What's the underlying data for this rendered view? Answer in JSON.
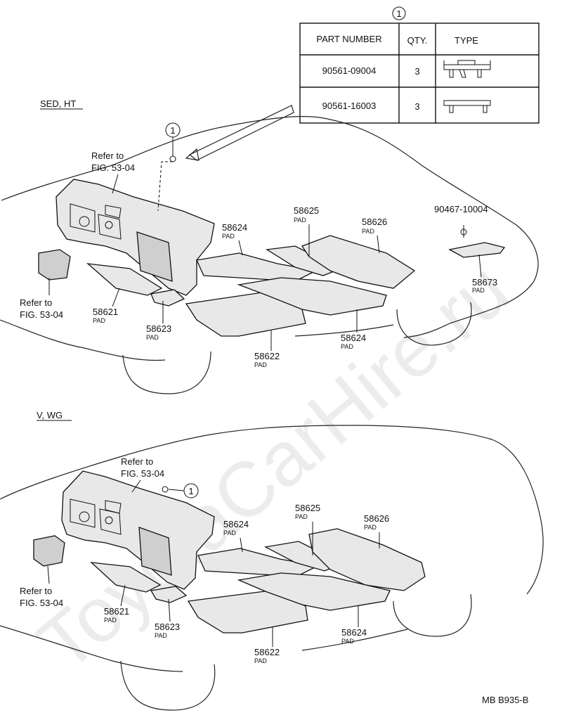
{
  "watermark": "ToyotaCarHire.ru",
  "table": {
    "callout": "1",
    "headers": {
      "part_number": "PART NUMBER",
      "qty": "QTY.",
      "type": "TYPE"
    },
    "rows": [
      {
        "part_number": "90561-09004",
        "qty": "3"
      },
      {
        "part_number": "90561-16003",
        "qty": "3"
      }
    ]
  },
  "sections": [
    {
      "title": "SED, HT",
      "callout": "1",
      "refer_top": {
        "line1": "Refer to",
        "line2": "FIG. 53-04"
      },
      "refer_left": {
        "line1": "Refer to",
        "line2": "FIG. 53-04"
      },
      "labels": [
        {
          "num": "58624",
          "sub": "PAD"
        },
        {
          "num": "58625",
          "sub": "PAD"
        },
        {
          "num": "58626",
          "sub": "PAD"
        },
        {
          "num": "90467-10004",
          "sub": ""
        },
        {
          "num": "58673",
          "sub": "PAD"
        },
        {
          "num": "58621",
          "sub": "PAD"
        },
        {
          "num": "58623",
          "sub": "PAD"
        },
        {
          "num": "58622",
          "sub": "PAD"
        },
        {
          "num": "58624",
          "sub": "PAD"
        }
      ]
    },
    {
      "title": "V, WG",
      "callout": "1",
      "refer_top": {
        "line1": "Refer to",
        "line2": "FIG. 53-04"
      },
      "refer_left": {
        "line1": "Refer to",
        "line2": "FIG. 53-04"
      },
      "labels": [
        {
          "num": "58625",
          "sub": "PAD"
        },
        {
          "num": "58626",
          "sub": "PAD"
        },
        {
          "num": "58624",
          "sub": "PAD"
        },
        {
          "num": "58621",
          "sub": "PAD"
        },
        {
          "num": "58623",
          "sub": "PAD"
        },
        {
          "num": "58622",
          "sub": "PAD"
        },
        {
          "num": "58624",
          "sub": "PAD"
        }
      ]
    }
  ],
  "footer_code": "MB B935-B"
}
